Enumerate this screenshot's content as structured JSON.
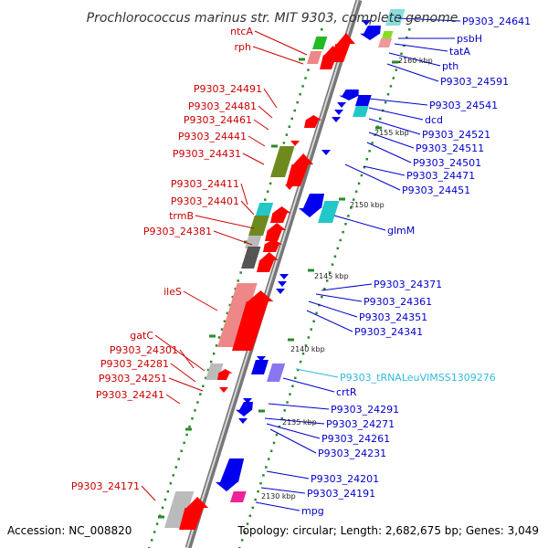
{
  "title": "Prochlorococcus marinus str. MIT 9303, complete genome",
  "footer": {
    "accession": "Accession: NC_008820",
    "topology": "Topology: circular; Length: 2,682,675 bp; Genes: 3,049"
  },
  "colors": {
    "backbone": "#909090",
    "tick": "#2a8a2a",
    "left_label": "#cc0000",
    "right_label": "#0000cc",
    "rna_label": "#33bbdd"
  },
  "scale_labels": [
    "2160 kbp",
    "2155 kbp",
    "2150 kbp",
    "2145 kbp",
    "2140 kbp",
    "2135 kbp",
    "2130 kbp"
  ],
  "left_labels": [
    "ntcA",
    "rph",
    "P9303_24491",
    "P9303_24481",
    "P9303_24461",
    "P9303_24441",
    "P9303_24431",
    "P9303_24411",
    "P9303_24401",
    "trmB",
    "P9303_24381",
    "ileS",
    "gatC",
    "P9303_24301",
    "P9303_24281",
    "P9303_24251",
    "P9303_24241",
    "P9303_24171"
  ],
  "right_labels": [
    "P9303_24641",
    "psbH",
    "tatA",
    "pth",
    "P9303_24591",
    "P9303_24541",
    "dcd",
    "P9303_24521",
    "P9303_24511",
    "P9303_24501",
    "P9303_24471",
    "P9303_24451",
    "glmM",
    "P9303_24371",
    "P9303_24361",
    "P9303_24351",
    "P9303_24341",
    "P9303_tRNALeuVIMSS1309276",
    "crtR",
    "P9303_24291",
    "P9303_24271",
    "P9303_24261",
    "P9303_24231",
    "P9303_24201",
    "P9303_24191",
    "mpg"
  ]
}
